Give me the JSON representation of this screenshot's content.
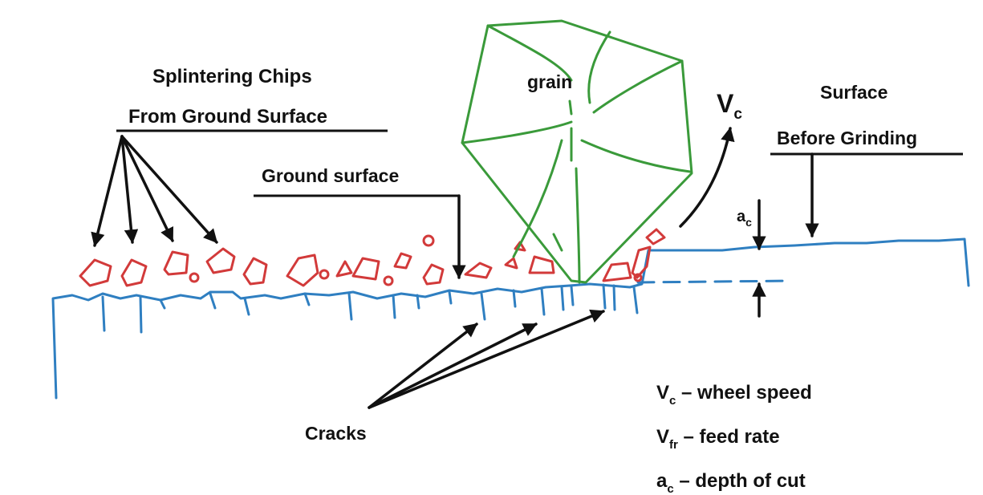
{
  "labels": {
    "splintering_line1": "Splintering Chips",
    "splintering_line2": "From Ground Surface",
    "ground_surface": "Ground surface",
    "grain": "grain",
    "vc_main": "V",
    "vc_sub": "c",
    "surface_line1": "Surface",
    "surface_line2": "Before Grinding",
    "ac_main": "a",
    "ac_sub": "c",
    "cracks": "Cracks"
  },
  "legend": [
    {
      "symbol": "V",
      "sub": "c",
      "text": " – wheel speed"
    },
    {
      "symbol": "V",
      "sub": "fr",
      "text": " – feed rate"
    },
    {
      "symbol": "a",
      "sub": "c",
      "text": " – depth of cut"
    }
  ],
  "colors": {
    "workpiece": "#2f7fc1",
    "chips": "#d23a3a",
    "grain": "#3a9a3a",
    "annotation": "#111111"
  }
}
